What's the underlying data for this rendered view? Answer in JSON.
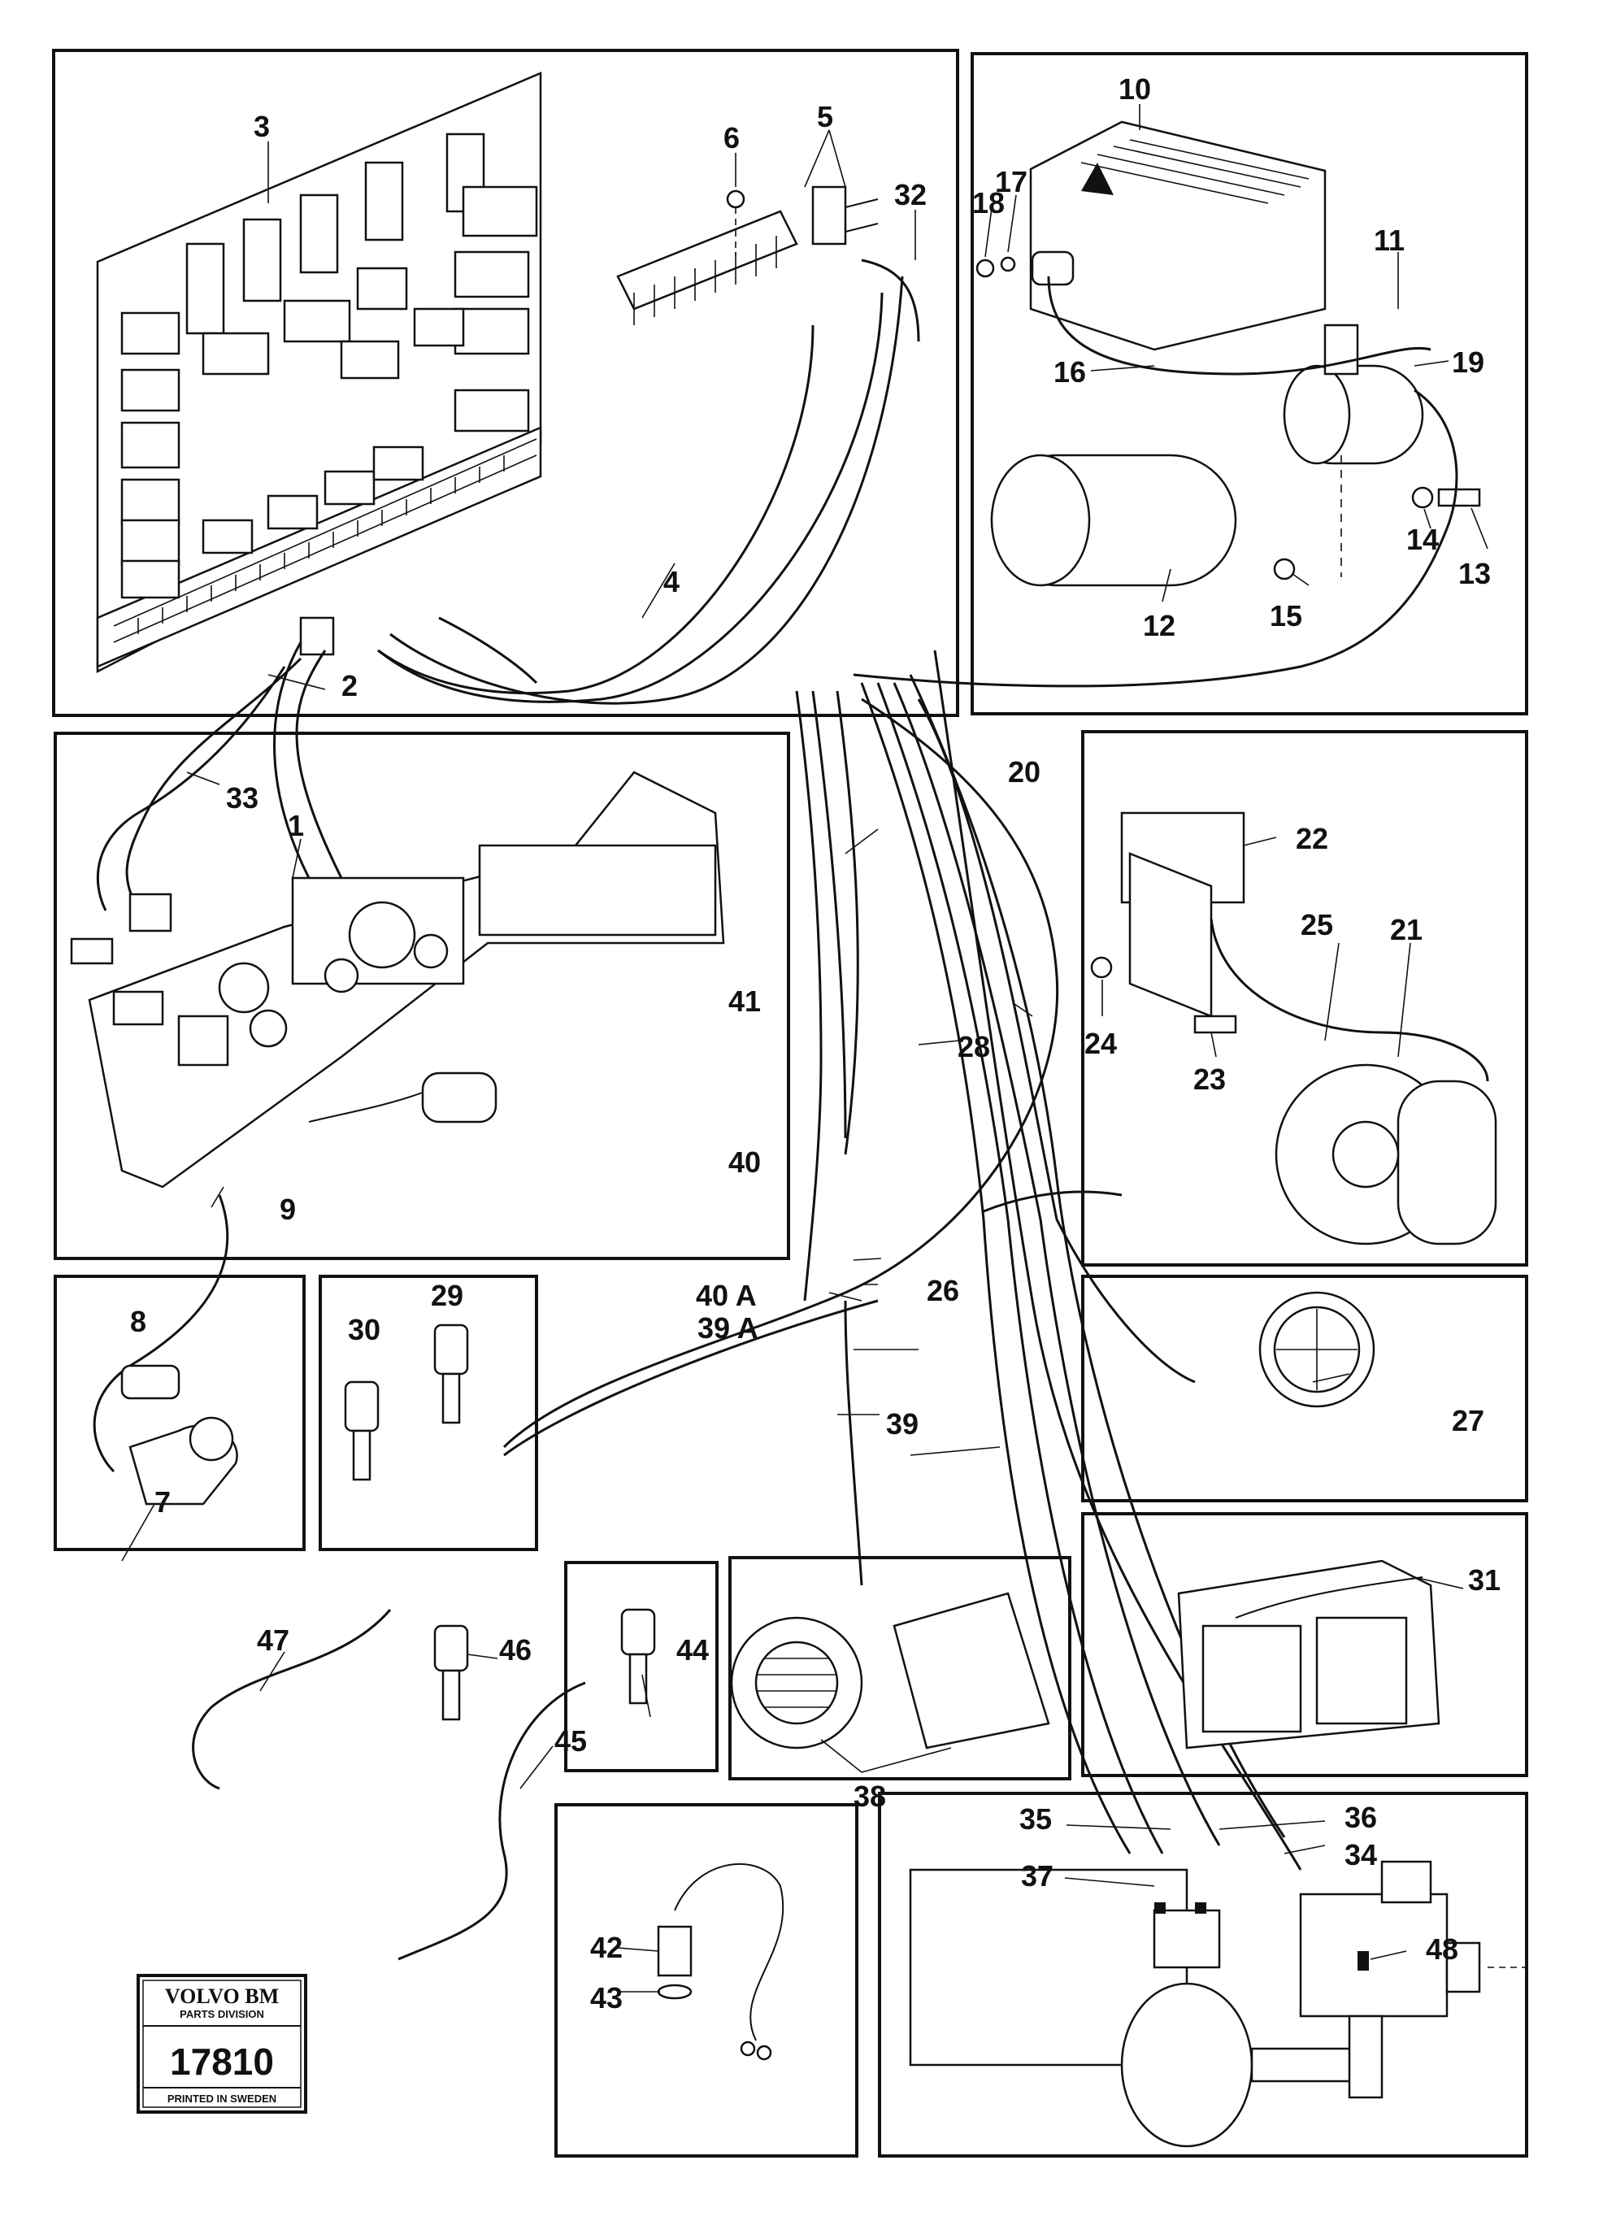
{
  "callouts": {
    "n1": "1",
    "n2": "2",
    "n3": "3",
    "n4": "4",
    "n5": "5",
    "n6": "6",
    "n7": "7",
    "n8": "8",
    "n9": "9",
    "n10": "10",
    "n11": "11",
    "n12": "12",
    "n13": "13",
    "n14": "14",
    "n15": "15",
    "n16": "16",
    "n17": "17",
    "n18": "18",
    "n19": "19",
    "n20": "20",
    "n21": "21",
    "n22": "22",
    "n23": "23",
    "n24": "24",
    "n25": "25",
    "n26": "26",
    "n27": "27",
    "n28": "28",
    "n29": "29",
    "n30": "30",
    "n31": "31",
    "n32": "32",
    "n33": "33",
    "n34": "34",
    "n35": "35",
    "n36": "36",
    "n37": "37",
    "n38": "38",
    "n39": "39",
    "n39a": "39 A",
    "n40": "40",
    "n40a": "40 A",
    "n41": "41",
    "n42": "42",
    "n43": "43",
    "n44": "44",
    "n45": "45",
    "n46": "46",
    "n47": "47",
    "n48": "48"
  },
  "stamp": {
    "brand": "VOLVO BM",
    "division": "PARTS DIVISION",
    "number": "17810",
    "printed": "PRINTED IN SWEDEN"
  },
  "colors": {
    "ink": "#111111",
    "paper": "#ffffff"
  }
}
